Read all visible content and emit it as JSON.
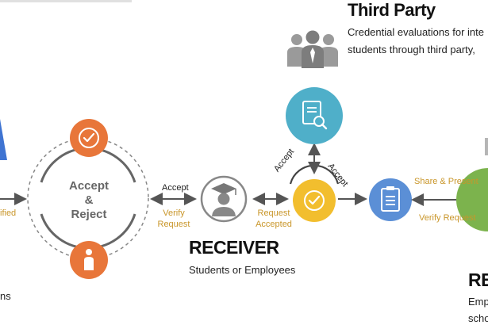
{
  "third_party": {
    "title": "Third Party",
    "line1": "Credential evaluations for inte",
    "line2": "students through third party,"
  },
  "left_edge": {
    "label_fragment": "ified",
    "text_fragment": "ns"
  },
  "ring": {
    "line1": "Accept",
    "line2": "&",
    "line3": "Reject"
  },
  "flow": {
    "accept_left": "Accept",
    "verify_request_left": [
      "Verify",
      "Request"
    ],
    "request_accepted": [
      "Request",
      "Accepted"
    ],
    "accept_diag_left": "Accept",
    "accept_diag_right": "Accept",
    "share_present": "Share & Present",
    "verify_request_right": "Verify Request"
  },
  "receiver": {
    "title": "RECEIVER",
    "subtitle": "Students or Employees"
  },
  "right_edge": {
    "title_fragment": "RE",
    "line1_fragment": "Emp",
    "line2_fragment": "scho"
  },
  "colors": {
    "orange": "#e8763a",
    "yellow": "#f2be2e",
    "teal": "#4fafc9",
    "blue": "#5b8fd6",
    "green": "#7cb34d",
    "gold_text": "#c9962a",
    "arrow": "#555555"
  },
  "icons": [
    "people-group-icon",
    "document-search-icon",
    "check-circle-icon",
    "person-icon",
    "graduate-avatar-icon",
    "checkmark-icon",
    "clipboard-list-icon"
  ]
}
